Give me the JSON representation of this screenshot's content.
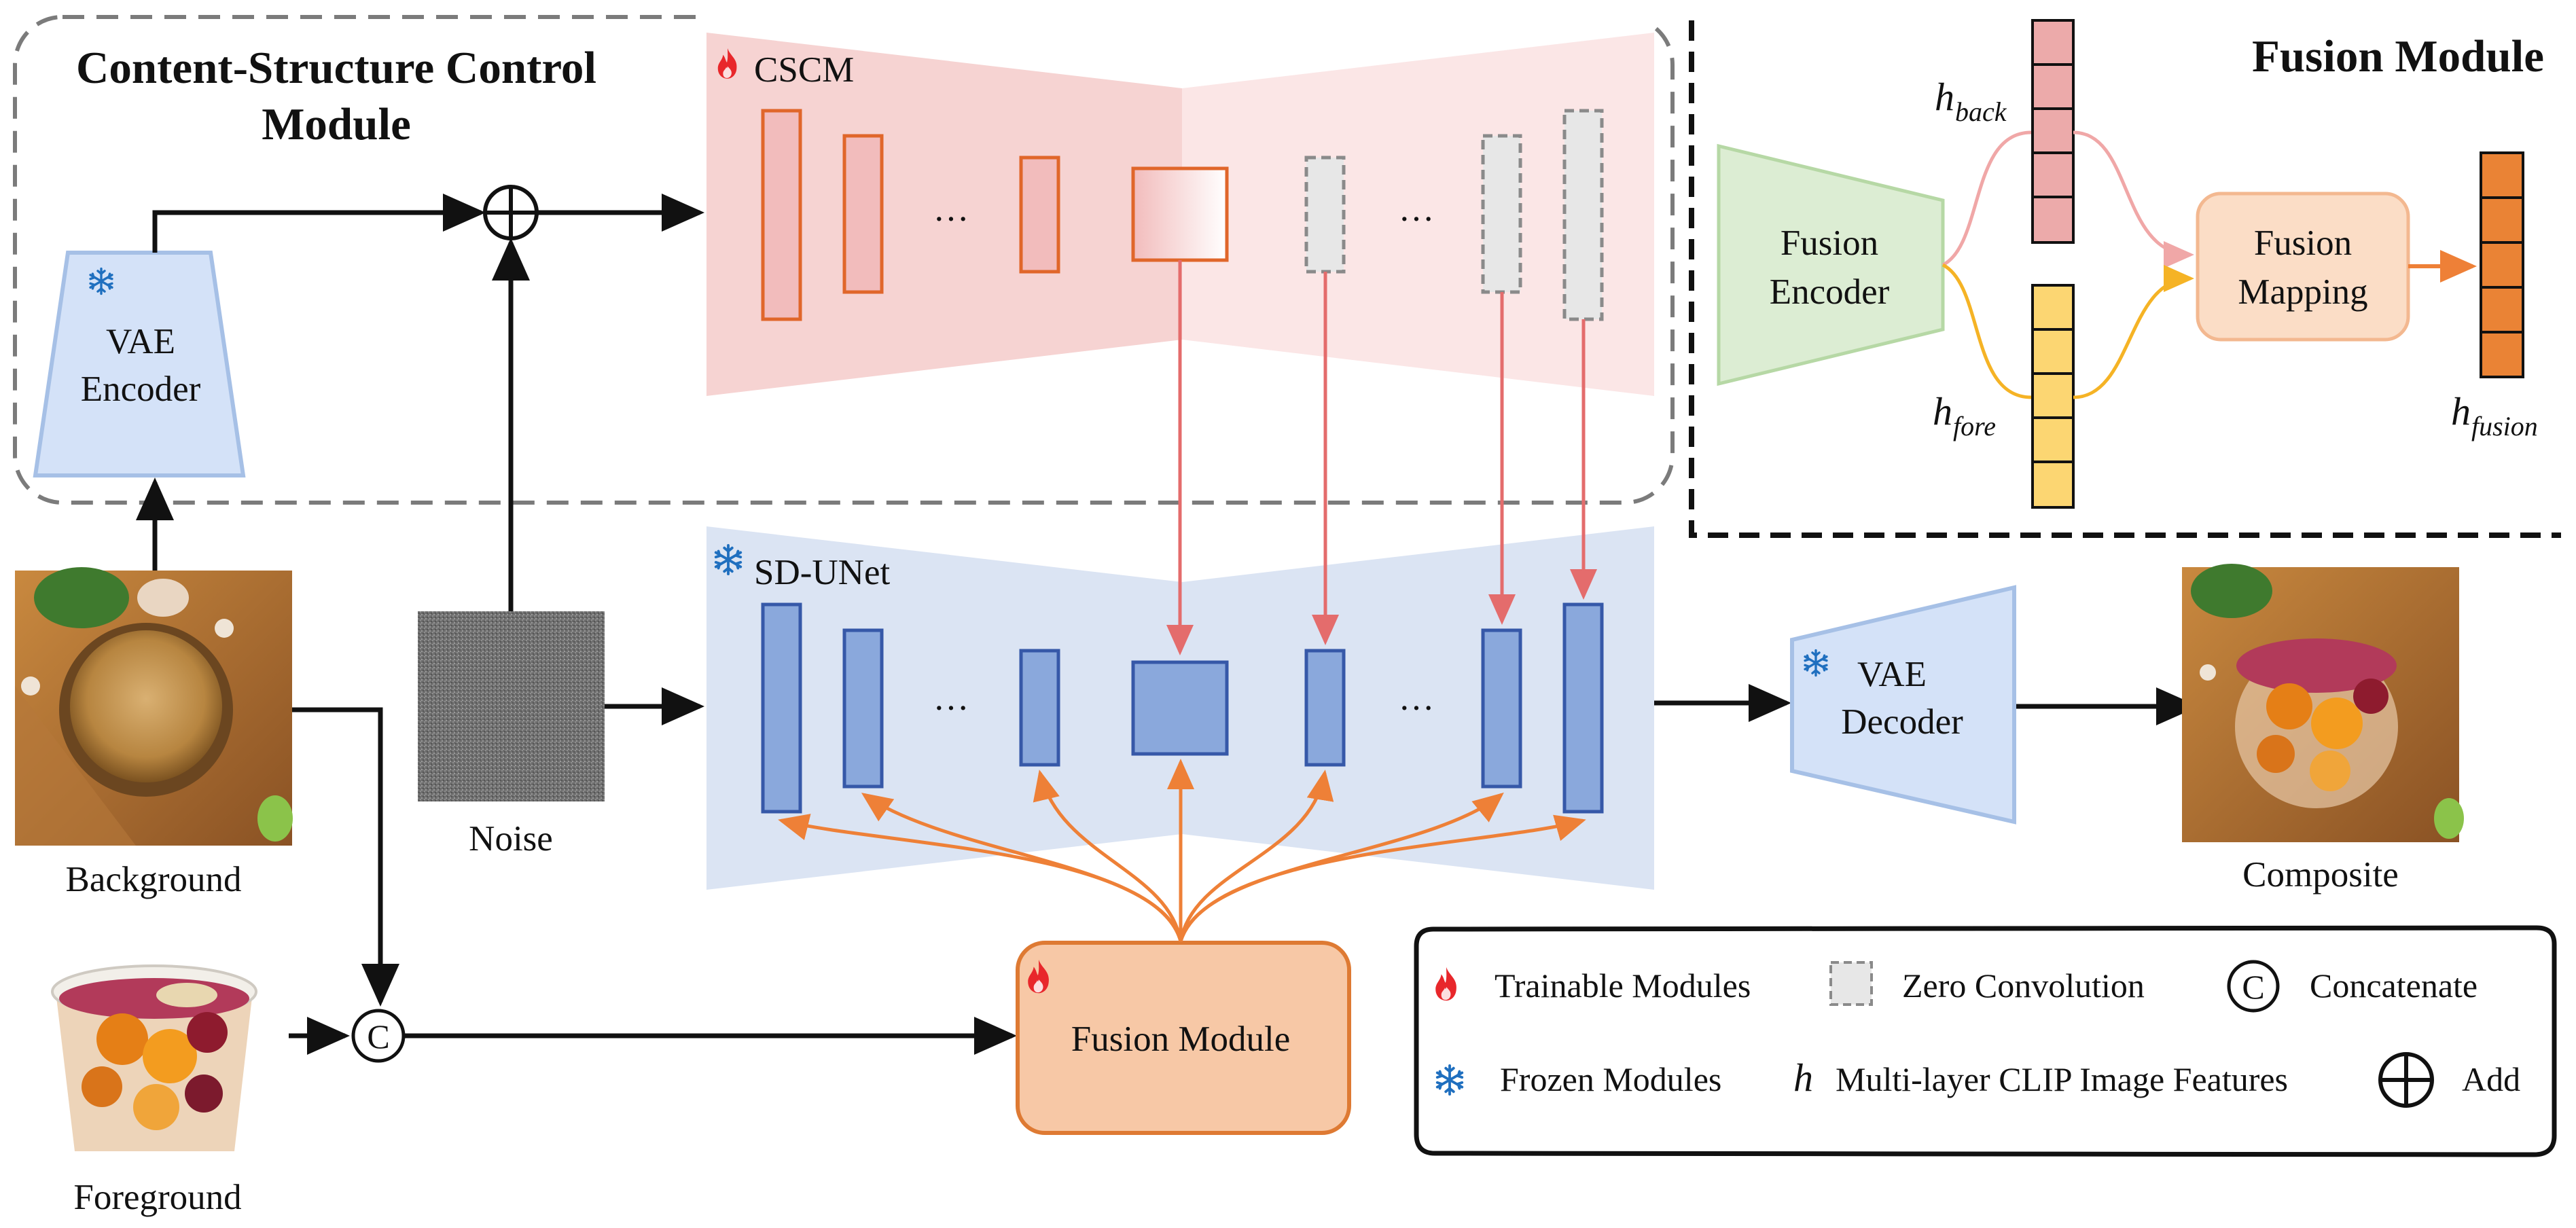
{
  "cscm_module": {
    "title_line1": "Content-Structure Control",
    "title_line2": "Module",
    "branch_label": "CSCM"
  },
  "vae_encoder": {
    "line1": "VAE",
    "line2": "Encoder"
  },
  "sd_unet": {
    "label": "SD-UNet"
  },
  "vae_decoder": {
    "line1": "VAE",
    "line2": "Decoder"
  },
  "inputs": {
    "background": "Background",
    "noise": "Noise",
    "foreground": "Foreground",
    "composite": "Composite"
  },
  "ellipsis": "···",
  "fusion_module_block": {
    "label": "Fusion Module"
  },
  "fusion_detail": {
    "title": "Fusion Module",
    "encoder_line1": "Fusion",
    "encoder_line2": "Encoder",
    "mapping_line1": "Fusion",
    "mapping_line2": "Mapping",
    "h_symbol": "h",
    "h_back_sub": "back",
    "h_fore_sub": "fore",
    "h_fusion_sub": "fusion"
  },
  "concat_symbol": "C",
  "legend": {
    "trainable": "Trainable Modules",
    "zero_conv": "Zero Convolution",
    "concatenate": "Concatenate",
    "frozen": "Frozen Modules",
    "h_symbol": "h",
    "clip_features": "Multi-layer CLIP Image Features",
    "add": "Add"
  },
  "colors": {
    "cscm_fill": "#f6d3d2",
    "unet_fill": "#dbe4f3",
    "cscm_block_fill": "#f2bcbc",
    "cscm_block_stroke": "#e0662a",
    "unet_block_fill": "#8aa8dc",
    "unet_block_stroke": "#3658a8",
    "zero_conv_fill": "#e7e7e7",
    "vae_fill": "#d4e2f8",
    "vae_stroke": "#a6c0e6",
    "fusion_block_fill": "#f7c8a6",
    "fusion_block_stroke": "#de7a33",
    "fusion_encoder_fill": "#dcedd3",
    "fusion_mapping_fill": "#fbddc6",
    "h_back_fill": "#ecaaaa",
    "h_fore_fill": "#fcd672",
    "h_fusion_fill": "#ea8335",
    "orange_arrow": "#ee8037",
    "red_arrow": "#e46c6c",
    "flame": "#e8272b",
    "snowflake": "#1f6fbf"
  },
  "icons": [
    "flame-icon",
    "snowflake-icon",
    "plus-circle-icon",
    "concat-c-icon"
  ]
}
